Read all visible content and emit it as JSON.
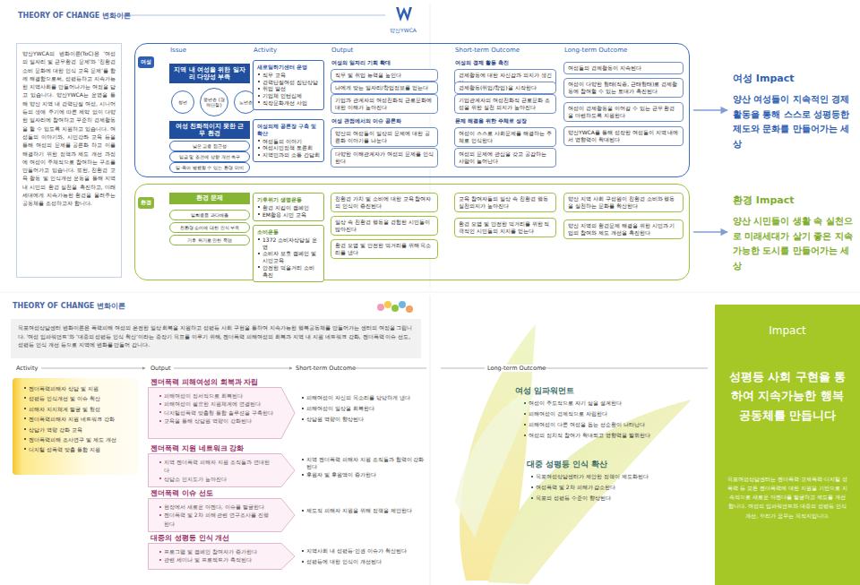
{
  "diagram": {
    "title": "THEORY OF CHANGE 변화이론",
    "nodes": [
      {
        "text": [
          "양산YWCA의 변화이론(ToC)은 '여성의 일자리 및 근무환경 문제'와 '친환경 소비 문화에 대한 인식 교육 문제'를 함께 해결함으로써, 성평등하고 지속가능한 지역사회를 만들어나가는 여정을 담고 있습니다. 양산YWCA는 운영을 통해 양산 지역 내 경력단절 여성, 시니어 등의 생애 주기에 따른 제약 없이 다양한 일자리에 참여하고 꾸준히 경제활동을 할 수 있도록 지원하고 있습니다. 여성들의 이야기와, 시민강좌 교육 등을 통해 여성의 문제를 공론화 하고 이를 해결하기 위한 정책과 제도 개선 과정에 여성이 주체적으로 참여하는 구조를 만들어가고 있습니다. 또한, 친환경 교육 활동 및 인식개선 운동을 통해 지역 내 시민의 환경 실천을 촉진하고, 미래세대에게 지속가능한 환경을 물려주는 공동체를 조성하고자 합니다."
        ]
      },
      {
        "text": [
          "여성"
        ]
      },
      {
        "text": [
          "지역 내 여성을 위한 일자리 다양성 부족"
        ],
        "in": 1
      },
      {
        "text": [
          "청년"
        ],
        "in": 1
      },
      {
        "text": [
          "중년층 (경력단절)"
        ],
        "in": 1
      },
      {
        "text": [
          "노년층"
        ],
        "in": 1
      },
      {
        "text": [
          "여성 친화적이지 못한 근무 환경"
        ],
        "in": 1
      },
      {
        "text": [
          "낮은 고용 접근성"
        ],
        "in": 1
      },
      {
        "text": [
          "임금 및 조건에 상향 개선 촉구"
        ],
        "in": 1
      },
      {
        "text": [
          "일·육아 병행할 수 있는 환경 미비"
        ],
        "in": 1
      },
      {
        "text": [
          "새로일하기센터 운영",
          "직무 교육",
          "경력단절여성 집단상담",
          "취업 알선",
          "기업체 인턴십제",
          "직장문화개선 사업"
        ],
        "in": 1
      },
      {
        "text": [
          "여성의제 공론장 구축 및 확산",
          "여성들의 이야기",
          "여성시민정책 토론회",
          "지역민과의 소통 간담회"
        ],
        "in": 1
      },
      {
        "text": [
          "직무 및 취업 능력을 높인다"
        ],
        "in": 1
      },
      {
        "text": [
          "나에게 맞는 일자리/창업정보를 얻는다"
        ],
        "in": 1
      },
      {
        "text": [
          "기업과 관계자의 여성친화적 근로문화에 대한 이해가 높아진다"
        ],
        "in": 1
      },
      {
        "text": [
          "양산의 여성들이 일상의 문제에 대한 공론화 이야기를 나눈다"
        ],
        "in": 1
      },
      {
        "text": [
          "다양한 이해관계자가 여성의 문제를 인식한다"
        ],
        "in": 1
      },
      {
        "text": [
          "경제활동에 대한 자신감과 의지가 생긴다"
        ],
        "in": 1
      },
      {
        "text": [
          "경제활동(취업/창업)을 시작한다"
        ],
        "in": 1
      },
      {
        "text": [
          "기업관계자의 여성친화적 근로문화 조성을 위한 실천 의지가 높아진다"
        ],
        "in": 1
      },
      {
        "text": [
          "여성이 스스로 사회문제를 해결하는 주체로 인식한다"
        ],
        "in": 1
      },
      {
        "text": [
          "여성의 문제에 관심을 갖고 공감하는 사람이 늘어난다"
        ],
        "in": 1
      },
      {
        "text": [
          "여성들의 경제활동이 지속된다"
        ],
        "in": 1
      },
      {
        "text": [
          "여성이 다양한 형태(직종, 근태형태)로 경제활동에 참여할 수 있는 토대가 촉진된다"
        ],
        "in": 1
      },
      {
        "text": [
          "여성이 경제활동을 이어갈 수 있는 근무 환경을 마련하도록 지원한다"
        ],
        "in": 1
      },
      {
        "text": [
          "양산YWCA를 통해 성장한 여성들이 지역 내에서 영향력이 확대된다"
        ],
        "in": 1
      },
      {
        "text": [
          "여성 Impact",
          "양산 여성들이 지속적인 경제활동을 통해 스스로 성평등한 제도와 문화를 만들어가는 세상"
        ]
      },
      {
        "text": [
          "환경"
        ]
      },
      {
        "text": [
          "환경 문제"
        ],
        "in": 27
      },
      {
        "text": [
          "일회용품 과다배출"
        ],
        "in": 27
      },
      {
        "text": [
          "친환경 소비에 대한 인식 부족"
        ],
        "in": 27
      },
      {
        "text": [
          "기후 위기로 인한 폭염"
        ],
        "in": 27
      },
      {
        "text": [
          "기후위기 생명운동",
          "환경 지킴이 캠페인",
          "EM활용 시민 교육"
        ],
        "in": 27
      },
      {
        "text": [
          "소비운동",
          "1372 소비자상담실 운영",
          "소비자 보호 캠페인 및 시민교육",
          "안전한 먹을거리 소비 촉진"
        ],
        "in": 27
      },
      {
        "text": [
          "친환경 가치 및 소비에 대한 교육 참여자의 인식이 증진된다"
        ],
        "in": 27
      },
      {
        "text": [
          "일상 속 친환경 행동을 경험한 시민들이 많아진다"
        ],
        "in": 27
      },
      {
        "text": [
          "환경 오염 및 안전한 먹거리를 위해 목소리를 낸다"
        ],
        "in": 27
      },
      {
        "text": [
          "교육 참여자들의 일상 속 친환경 행동 실천의지가 높아진다"
        ],
        "in": 27
      },
      {
        "text": [
          "환경 오염 및 안전한 먹거리를 위한 적극적인 시민들의 지지를 얻는다"
        ],
        "in": 27
      },
      {
        "text": [
          "양산 지역 사회 구성원이 친환경 소비와 행동을 실천하는 문화를 확산한다"
        ],
        "in": 27
      },
      {
        "text": [
          "양산 지역의 환경문제 해결을 위한 시민과 기업의 참여와 제도 개선을 촉진한다"
        ],
        "in": 27
      },
      {
        "text": [
          "환경 Impact",
          "양산 시민들이 생활 속 실천으로 미래세대가 살기 좋은 지속가능한 도시를 만들어가는 세상"
        ]
      },
      {
        "text": [
          "목포여성상담센터 변화이론은 폭력피해 여성의 온전한 일상 회복을 지원하고 성평등 사회 구현을 통하여 지속가능한 행복공동체를 만들어가는 센터의 여정을 그립니다. '여성 임파워먼트'와 '대중의 성평등 인식 확산'이라는 중장기 목표를 이루기 위해, 젠더폭력 피해여성의 회복과 지역 내 지원 네트워크 강화, 젠더폭력 이슈 선도, 성평등 인식 개선 등으로 지역에 변화를 만들어 갑니다."
        ]
      },
      {
        "text": [
          "젠더폭력피해자 상담 및 지원",
          "성평등 인식개선 및 이슈 확산",
          "피해자 지지체계 발굴 및 형성",
          "젠더폭력피해자 지원 네트워크 강화",
          "상담가 역량 강화 교육",
          "젠더폭력피해 조사연구 및 제도 개선",
          "디지털 성폭력 맞춤 통합 지원"
        ]
      },
      {
        "text": [
          "피해여성이 정서적으로 회복된다",
          "피해여성이 필요한 지원체계에 연결된다",
          "디지털성폭력 맞춤형 통합 솔루션을 구축한다",
          "교육을 통해 상담원 역량이 강화된다"
        ]
      },
      {
        "text": [
          "지역 젠더폭력 피해자 지원 조직들과 연대한다",
          "상담소 인지도가 높아진다"
        ]
      },
      {
        "text": [
          "현장에서 새로운 아젠다, 이슈를 발굴한다",
          "젠더폭력 및 2차 피해 관련 연구조사를 진행한다"
        ]
      },
      {
        "text": [
          "프로그램 및 캠페인 참여자가 증가한다",
          "관련 세미나 및 프로젝트가 축적된다"
        ]
      },
      {
        "text": [
          "Impact",
          "성평등 사회 구현을 통하여 지속가능한 행복공동체를 만듭니다",
          "목포여성상담센터는 젠더폭력·교제폭력·디지털 성폭력 등 모든 젠더폭력에 대한 지원을 기반으로 지속적으로 새로운 아젠다를 발굴하고 제도를 개선합니다. 여성의 임파워먼트와 대중의 성평등 인식 개선, 우리가 꿈꾸는 목적지입니다."
        ]
      }
    ],
    "edges": [
      {
        "from": 1,
        "to": 26,
        "arrow": "to"
      },
      {
        "from": 27,
        "to": 41,
        "arrow": "to"
      }
    ],
    "labels": [
      "양산YWCA",
      "Issue",
      "Activity",
      "Output",
      "Short-term Outcome",
      "Long-term Outcome",
      "여성의 일자리 기회 확대",
      "여성 관점에서의 이슈 공론화",
      "여성의 경제 활동 촉진",
      "문제 해결을 위한 주체로 성장",
      "THEORY OF CHANGE 변화이론",
      "Activity",
      "Output",
      "Short-term Outcome",
      "Long-term Outcome",
      "젠더폭력 피해여성의 회복과 자립",
      "젠더폭력 지원 네트워크 강화",
      "젠더폭력 이슈 선도",
      "대중의 성평등 인식 개선",
      "피해여성이 자신의 목소리를 당당하게 낸다",
      "피해여성이 일상을 회복한다",
      "상담원 역량이 향상된다",
      "지역 젠더폭력 피해자 지원 조직들과 협력이 강화된다",
      "후원자 및 후원액이 증가한다",
      "제도적 피해자 지원을 위해 정책을 제안한다",
      "지역사회 내 성평등·인권 이슈가 확산된다",
      "성평등에 대한 인식이 개선된다",
      "여성 임파워먼트",
      "여성이 주도적으로 자기 삶을 설계한다",
      "피해여성이 경제적으로 자립한다",
      "피해여성이 다른 여성을 돕는 선순환이 나타난다",
      "여성의 정치적 참여가 확대되고 영향력을 발휘한다",
      "대중 성평등 인식 확산",
      "목포여성상담센터가 제안한 정책이 제도화된다",
      "여성폭력 및 2차 피해가 감소한다",
      "목포의 성평등 수준이 향상된다"
    ]
  }
}
